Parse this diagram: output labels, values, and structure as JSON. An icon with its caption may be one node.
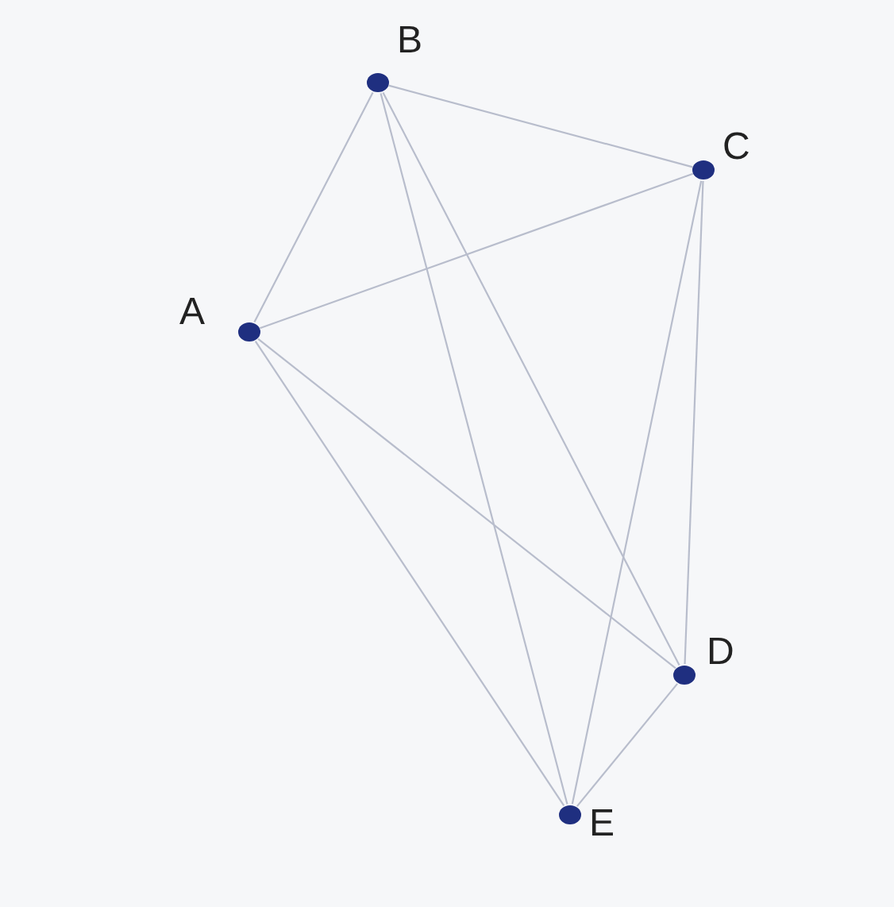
{
  "diagram": {
    "nodes": [
      {
        "text": [
          "A"
        ]
      },
      {
        "text": [
          "B"
        ]
      },
      {
        "text": [
          "C"
        ]
      },
      {
        "text": [
          "D"
        ]
      },
      {
        "text": [
          "E"
        ]
      }
    ],
    "edges": [
      {
        "from": 0,
        "to": 1,
        "arrow": "none"
      },
      {
        "from": 0,
        "to": 2,
        "arrow": "none"
      },
      {
        "from": 0,
        "to": 3,
        "arrow": "none"
      },
      {
        "from": 0,
        "to": 4,
        "arrow": "none"
      },
      {
        "from": 1,
        "to": 2,
        "arrow": "none"
      },
      {
        "from": 1,
        "to": 3,
        "arrow": "none"
      },
      {
        "from": 1,
        "to": 4,
        "arrow": "none"
      },
      {
        "from": 2,
        "to": 3,
        "arrow": "none"
      },
      {
        "from": 2,
        "to": 4,
        "arrow": "none"
      },
      {
        "from": 3,
        "to": 4,
        "arrow": "none"
      }
    ]
  }
}
